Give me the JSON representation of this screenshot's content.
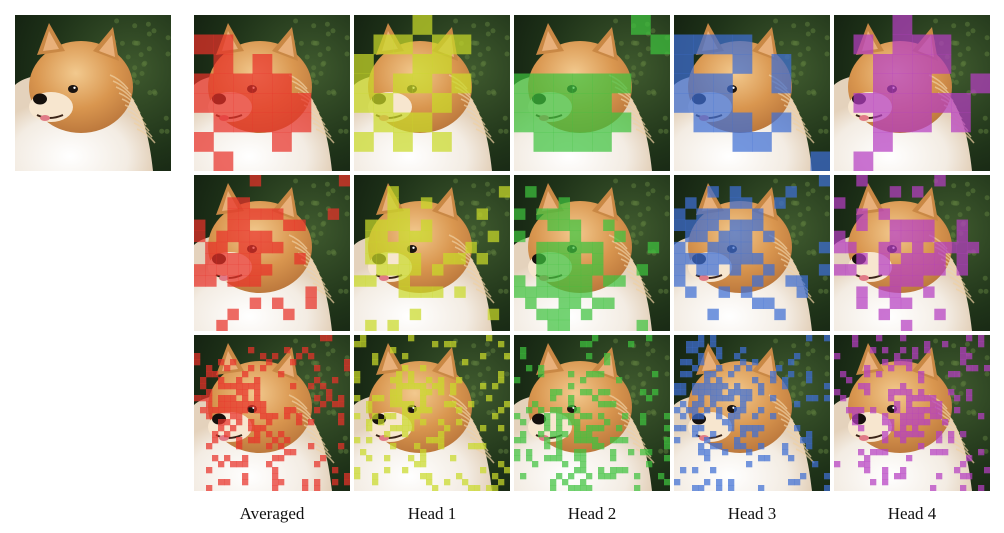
{
  "figure": {
    "original_image": "original-photo",
    "columns": [
      {
        "id": "averaged",
        "caption": "Averaged",
        "color": "#e8322a"
      },
      {
        "id": "head1",
        "caption": "Head 1",
        "color": "#c9d92a"
      },
      {
        "id": "head2",
        "caption": "Head 2",
        "color": "#3ec23e"
      },
      {
        "id": "head3",
        "caption": "Head 3",
        "color": "#3f6fd4"
      },
      {
        "id": "head4",
        "caption": "Head 4",
        "color": "#b63fc2"
      }
    ],
    "rows": [
      {
        "id": "row1",
        "sparsity": "coarse"
      },
      {
        "id": "row2",
        "sparsity": "medium"
      },
      {
        "id": "row3",
        "sparsity": "fine"
      }
    ]
  }
}
